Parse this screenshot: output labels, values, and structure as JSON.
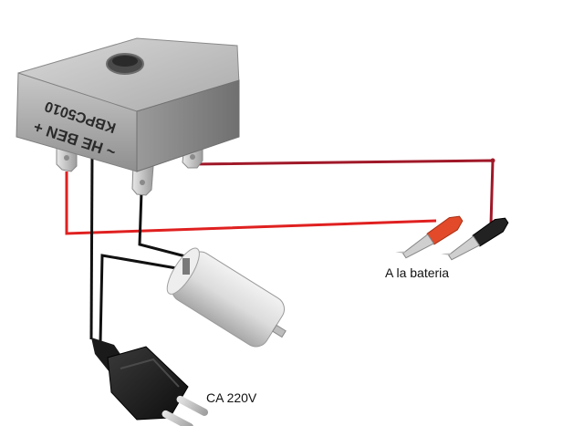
{
  "bridge": {
    "part_number": "KBPC5010",
    "brand_marking": "~ HE BEN +"
  },
  "labels": {
    "battery": "A la bateria",
    "mains": "CA 220V"
  },
  "colors": {
    "positive_wire": "#e02020",
    "negative_wire": "#a01828",
    "ac_wire": "#111111",
    "clip_red": "#e24a2a",
    "clip_black": "#222222"
  },
  "icons": [
    "bridge-rectifier-icon",
    "capacitor-icon",
    "alligator-clip-red-icon",
    "alligator-clip-black-icon",
    "mains-plug-icon"
  ]
}
